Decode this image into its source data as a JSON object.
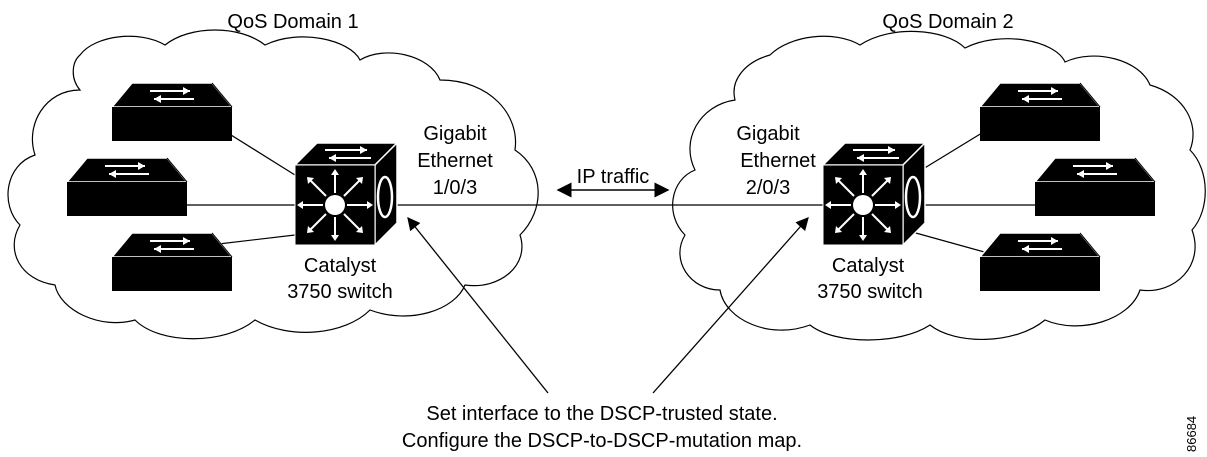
{
  "domain1": {
    "title": "QoS Domain 1",
    "interface_lines": [
      "Gigabit",
      "Ethernet",
      "1/0/3"
    ],
    "switch_lines": [
      "Catalyst",
      "3750 switch"
    ]
  },
  "domain2": {
    "title": "QoS Domain 2",
    "interface_lines": [
      "Gigabit",
      "Ethernet",
      "2/0/3"
    ],
    "switch_lines": [
      "Catalyst",
      "3750 switch"
    ]
  },
  "link": {
    "label": "IP traffic"
  },
  "note": {
    "lines": [
      "Set interface to the DSCP-trusted state.",
      "Configure the DSCP-to-DSCP-mutation map."
    ]
  },
  "figure_id": "86684",
  "colors": {
    "ink": "#000000",
    "paper": "#ffffff"
  }
}
